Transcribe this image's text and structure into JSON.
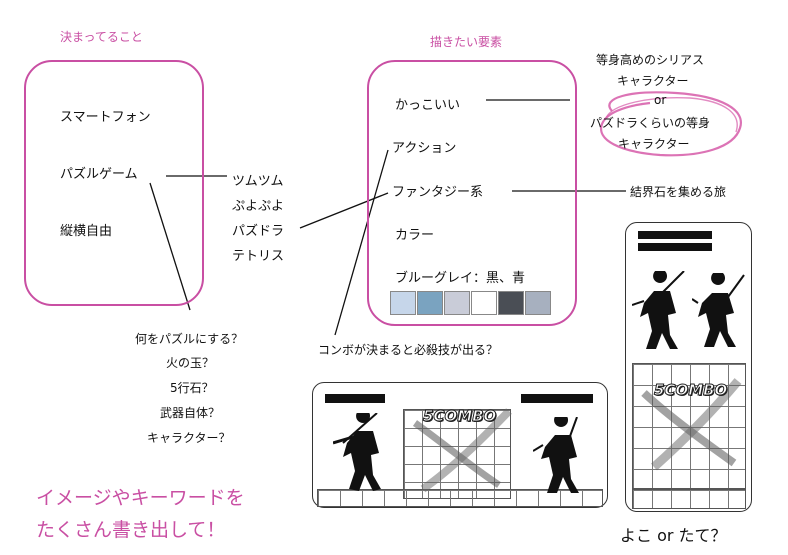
{
  "sections": {
    "decided_title": "決まってること",
    "elements_title": "描きたい要素"
  },
  "decided": {
    "items": [
      "スマートフォン",
      "パズルゲーム",
      "縦横自由"
    ]
  },
  "puzzle_examples": [
    "ツムツム",
    "ぷよぷよ",
    "パズドラ",
    "テトリス"
  ],
  "puzzle_questions": [
    "何をパズルにする？",
    "火の玉？",
    "5行石？",
    "武器自体？",
    "キャラクター？"
  ],
  "elements": {
    "items": [
      "かっこいい",
      "アクション",
      "ファンタジー系",
      "カラー",
      "ブルーグレイ：黒、青"
    ],
    "swatch_colors": [
      "#c6d6ea",
      "#7aa3c0",
      "#c9ccd8",
      "#ffffff",
      "#4a4e55",
      "#a7b0bf"
    ]
  },
  "notes": {
    "character_lines": [
      "等身高めのシリアス",
      "キャラクター",
      "or",
      "パズドラくらいの等身",
      "キャラクター"
    ],
    "fantasy_note": "結界石を集める旅",
    "action_note": "コンボが決まると必殺技が出る？"
  },
  "mockups": {
    "combo_text": "5COMBO",
    "orientation_question": "よこ or たて？"
  },
  "footer": {
    "line1": "イメージやキーワードを",
    "line2": "たくさん書き出して！"
  },
  "colors": {
    "accent": "#c94fa3"
  }
}
